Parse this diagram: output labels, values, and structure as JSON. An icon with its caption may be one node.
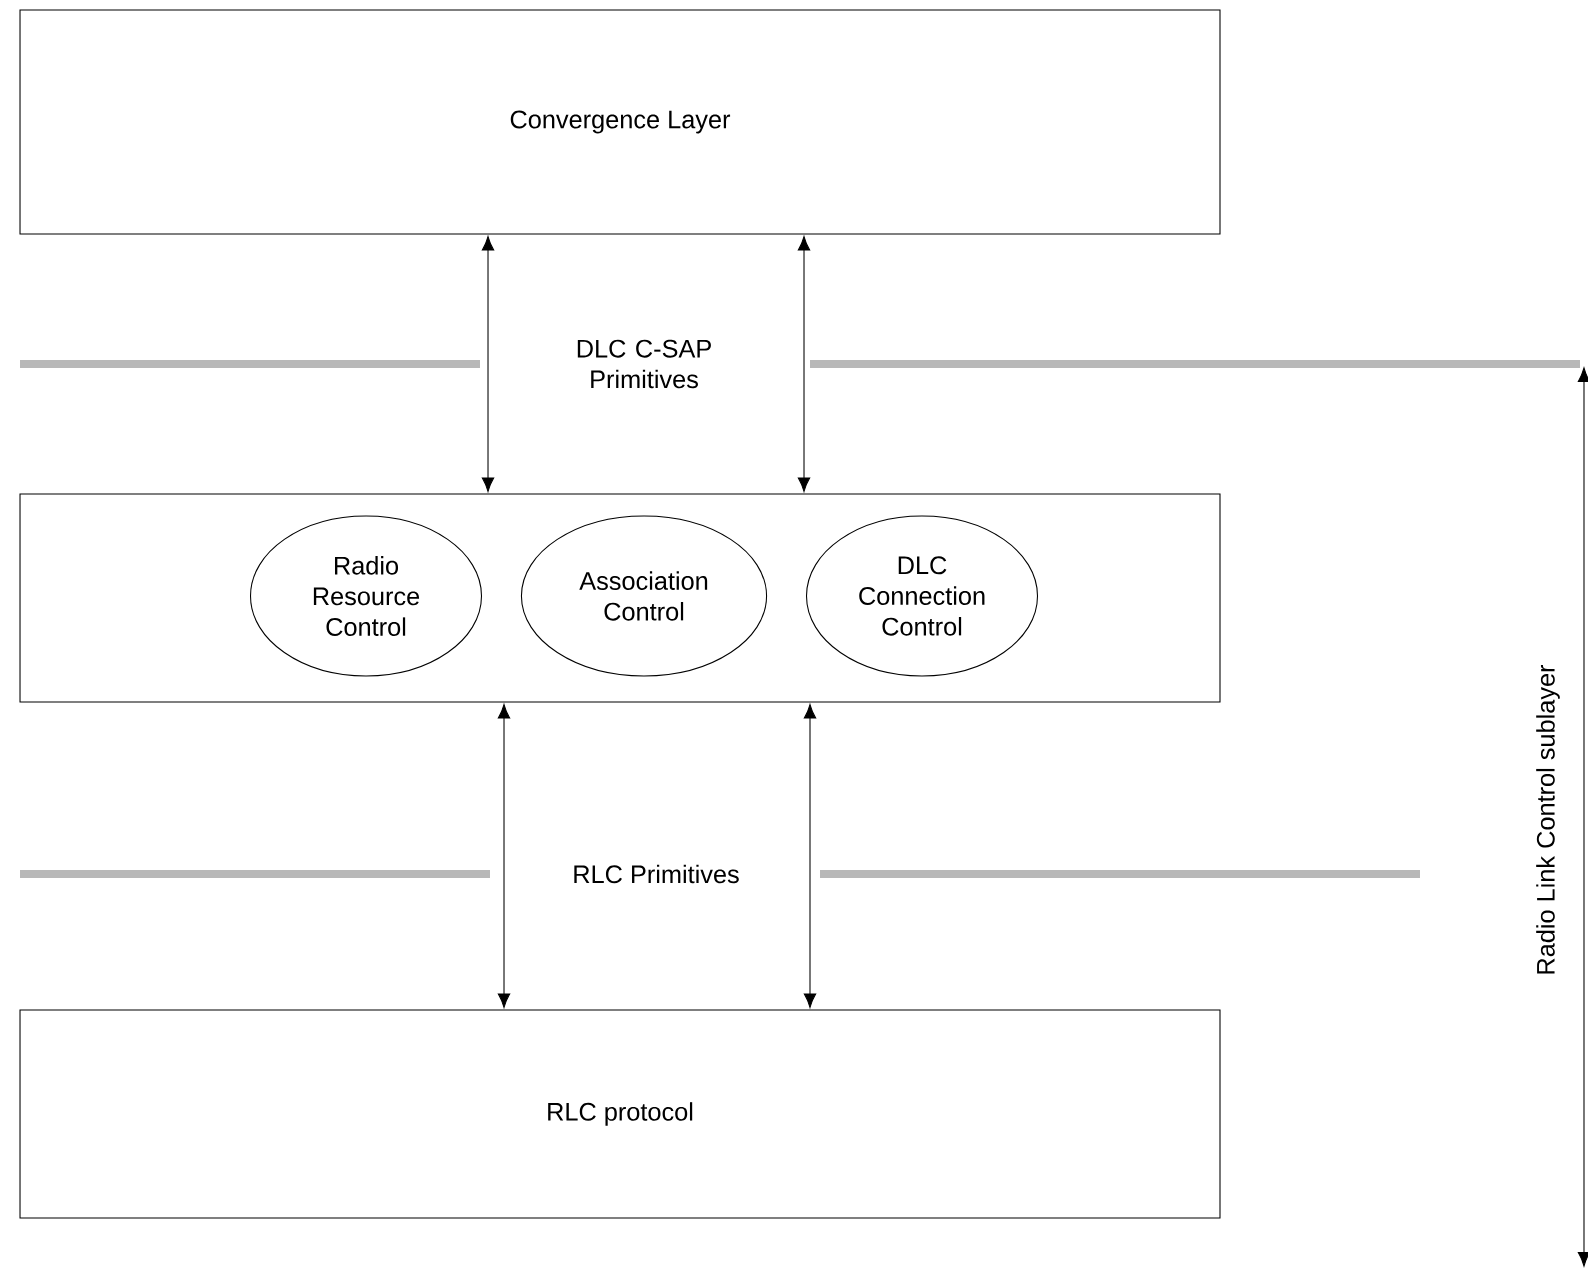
{
  "diagram": {
    "nodes": [
      {
        "text": [
          "Convergence Layer"
        ]
      },
      {
        "text": [],
        "shape": "box"
      },
      {
        "text": [
          "Radio Resource Control"
        ],
        "in": 1
      },
      {
        "text": [
          "Association Control"
        ],
        "in": 1
      },
      {
        "text": [
          "DLC Connection Control"
        ],
        "in": 1
      },
      {
        "text": [
          "RLC protocol"
        ]
      }
    ],
    "edges": [
      {
        "from": 0,
        "to": 1,
        "arrow": "both"
      },
      {
        "from": 0,
        "to": 1,
        "arrow": "both"
      },
      {
        "from": 1,
        "to": 5,
        "arrow": "both"
      },
      {
        "from": 1,
        "to": 5,
        "arrow": "both"
      }
    ],
    "labels": [
      "DLC C-SAP Primitives",
      "RLC Primitives",
      "Radio Link Control sublayer"
    ]
  }
}
